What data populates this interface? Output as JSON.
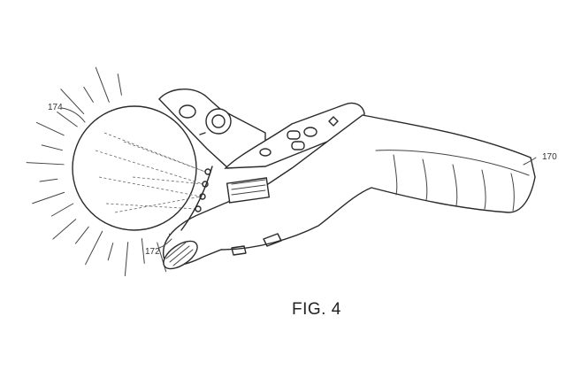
{
  "figure": {
    "caption": "FIG. 4",
    "reference_numerals": {
      "sphere": "174",
      "handle": "170",
      "lens": "172"
    }
  },
  "icons": {
    "sphere": "glowing-sphere-icon",
    "rays": "light-rays-icon",
    "handle": "controller-handle-icon"
  },
  "colors": {
    "line": "#2a2a2a",
    "background": "#ffffff"
  }
}
